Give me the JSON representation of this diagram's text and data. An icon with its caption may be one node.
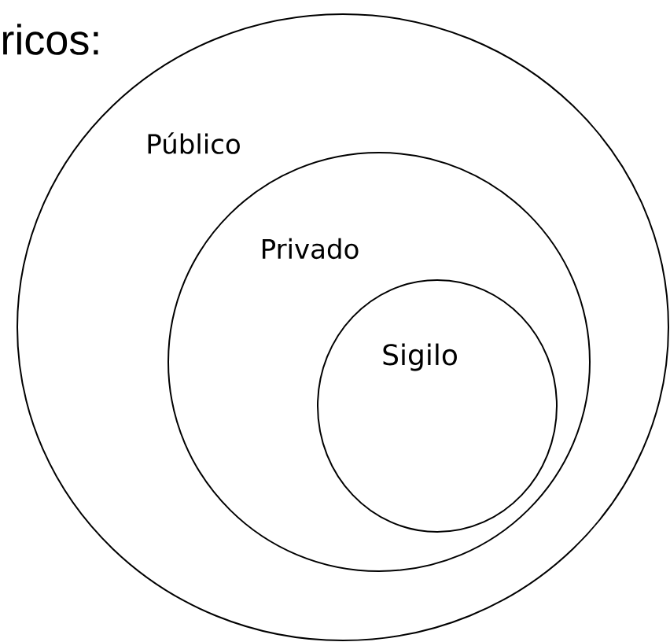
{
  "diagram": {
    "nodes": [
      {
        "text": [
          "Público"
        ]
      },
      {
        "text": [
          "Privado"
        ],
        "in": 0
      },
      {
        "text": [
          "Sigilo"
        ],
        "in": 1
      }
    ],
    "labels": [
      "ricos:"
    ]
  }
}
